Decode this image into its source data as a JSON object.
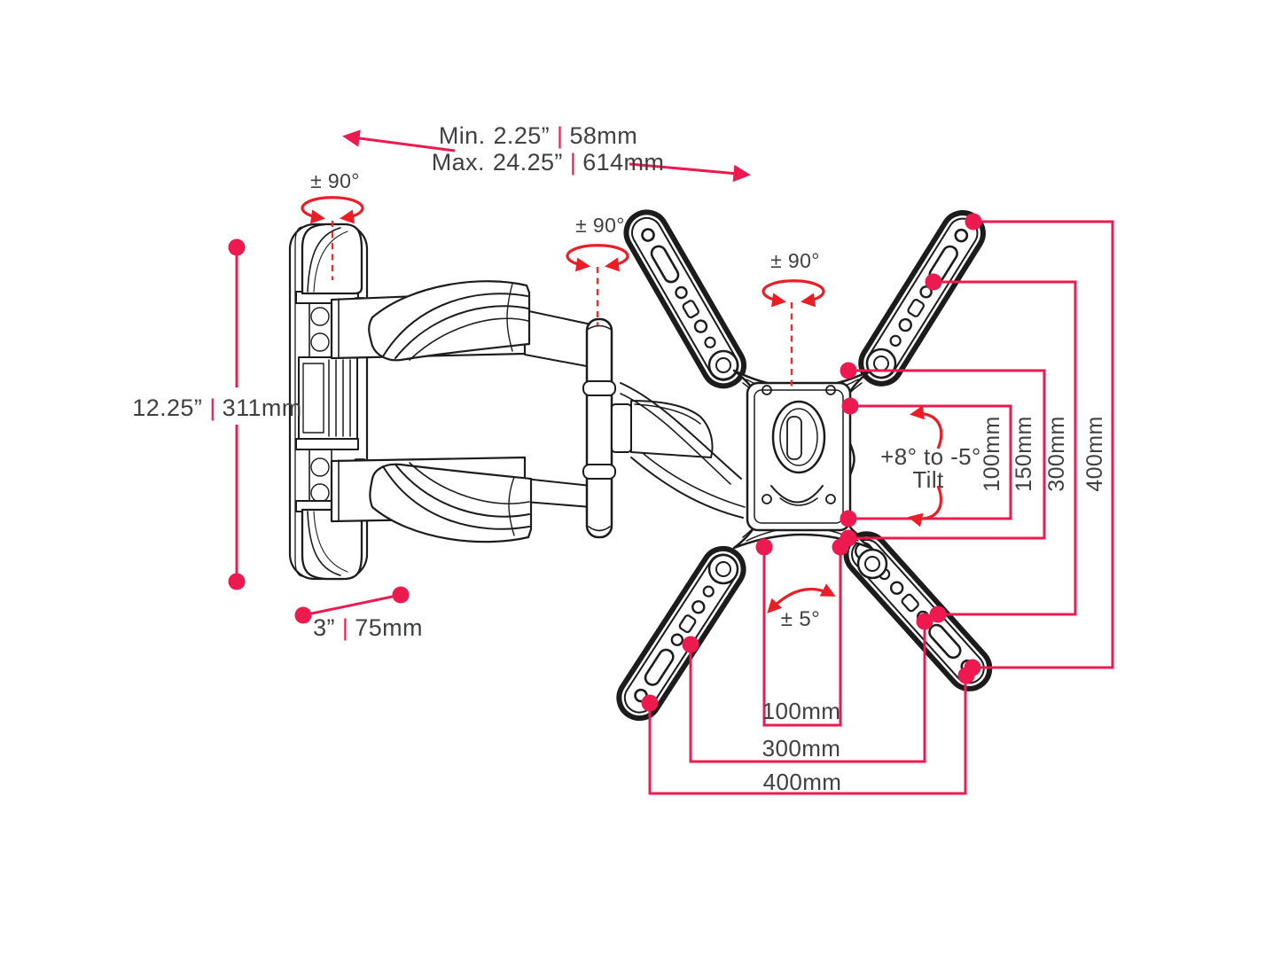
{
  "title": "Full-motion TV wall mount dimension diagram",
  "colors": {
    "dimension_pink": "#ec1a4e",
    "rotation_red": "#ee1c25",
    "line_art_ink": "#1c1c1c",
    "label_text": "#3f4042"
  },
  "separator": "|",
  "extension": {
    "min_label": "Min.",
    "min_value": "2.25”",
    "min_mm": "58mm",
    "max_label": "Max.",
    "max_value": "24.25”",
    "max_mm": "614mm"
  },
  "plate_height": {
    "inches": "12.25”",
    "mm": "311mm"
  },
  "plate_depth": {
    "inches": "3”",
    "mm": "75mm"
  },
  "swivel_angle": "± 90°",
  "tilt": {
    "range": "+8° to -5°",
    "label": "Tilt"
  },
  "level_adjust": "± 5°",
  "vesa": {
    "vertical": [
      "100mm",
      "150mm",
      "300mm",
      "400mm"
    ],
    "horizontal": [
      "100mm",
      "300mm",
      "400mm"
    ]
  }
}
